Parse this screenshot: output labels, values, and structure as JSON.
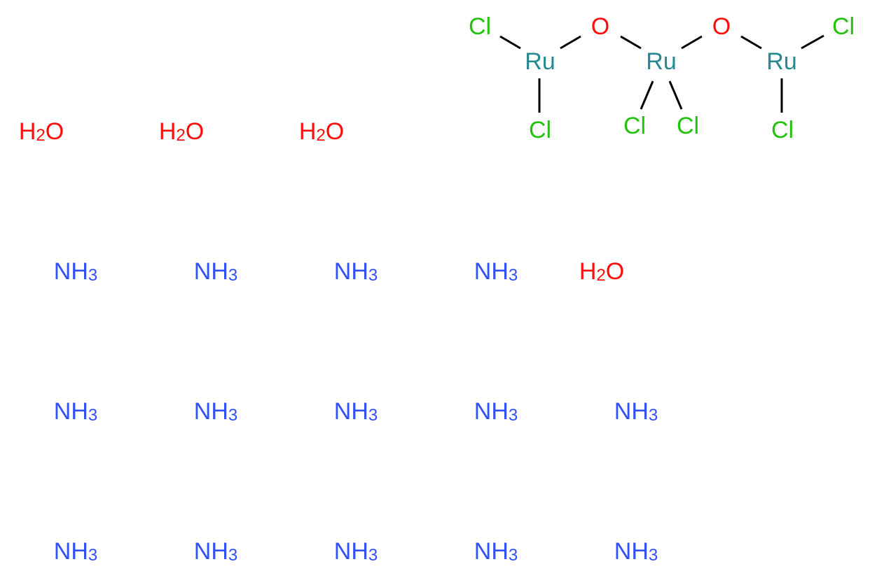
{
  "colors": {
    "Cl": "#23C20F",
    "Ru": "#248A8F",
    "O": "#FF0D0D",
    "N": "#3050F8",
    "bond": "#000000",
    "background": "#FFFFFF"
  },
  "core": {
    "cl_1": "Cl",
    "ru_1": "Ru",
    "o_1": "O",
    "ru_2": "Ru",
    "o_2": "O",
    "ru_3": "Ru",
    "cl_2": "Cl",
    "cl_3": "Cl",
    "cl_4": "Cl",
    "cl_5": "Cl",
    "cl_6": "Cl"
  },
  "water": {
    "main": "H",
    "sub": "2",
    "end": "O",
    "count": 4
  },
  "ammonia": {
    "main": "NH",
    "sub": "3",
    "count": 14
  }
}
